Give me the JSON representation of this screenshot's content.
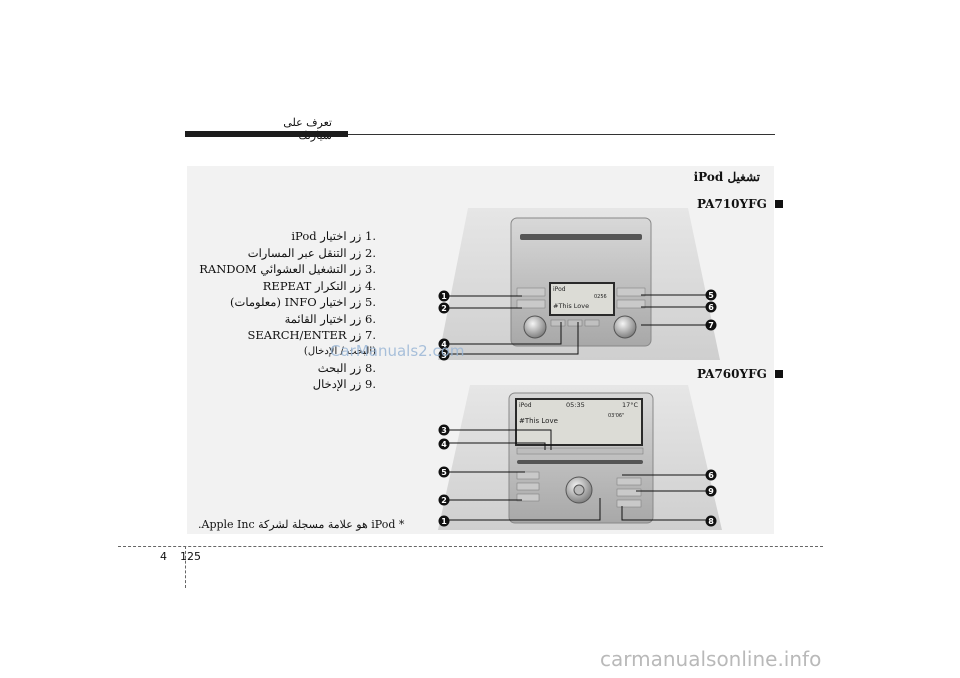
{
  "header": {
    "title": "تعرف على سيارتك"
  },
  "section_title": "تشغيل iPod",
  "models": [
    {
      "label": "PA710YFG"
    },
    {
      "label": "PA760YFG"
    }
  ],
  "items": [
    {
      "num": ".1",
      "text": "زر اختيار iPod"
    },
    {
      "num": ".2",
      "text": "زر التنقل عبر المسارات"
    },
    {
      "num": ".3",
      "text": "زر التشغيل العشوائي RANDOM"
    },
    {
      "num": ".4",
      "text": "زر التكرار REPEAT"
    },
    {
      "num": ".5",
      "text": "زر اختيار INFO (معلومات)"
    },
    {
      "num": ".6",
      "text": "زر اختيار القائمة"
    },
    {
      "num": ".7",
      "text": "زر SEARCH/ENTER"
    },
    {
      "num": "",
      "text": "(البحث / الإدخال)"
    },
    {
      "num": ".8",
      "text": "زر البحث"
    },
    {
      "num": ".9",
      "text": "زر الإدخال"
    }
  ],
  "footnote": "* iPod هو علامة مسجلة لشركة Apple Inc.",
  "screen1": {
    "source": "iPod",
    "time": "0256",
    "track": "#This Love"
  },
  "screen2": {
    "source": "iPod",
    "clock": "05:35",
    "temp": "17°C",
    "track": "#This Love",
    "elapsed": "03'06\""
  },
  "callouts_top_left": [
    "1",
    "2",
    "4",
    "3"
  ],
  "callouts_top_right": [
    "5",
    "6",
    "7"
  ],
  "callouts_bottom_left": [
    "3",
    "4",
    "5",
    "2",
    "1"
  ],
  "callouts_bottom_right": [
    "6",
    "9",
    "8"
  ],
  "page": {
    "chapter": "4",
    "number": "125"
  },
  "watermarks": {
    "top": "CarManuals2.com",
    "bottom": "carmanualsonline.info"
  }
}
